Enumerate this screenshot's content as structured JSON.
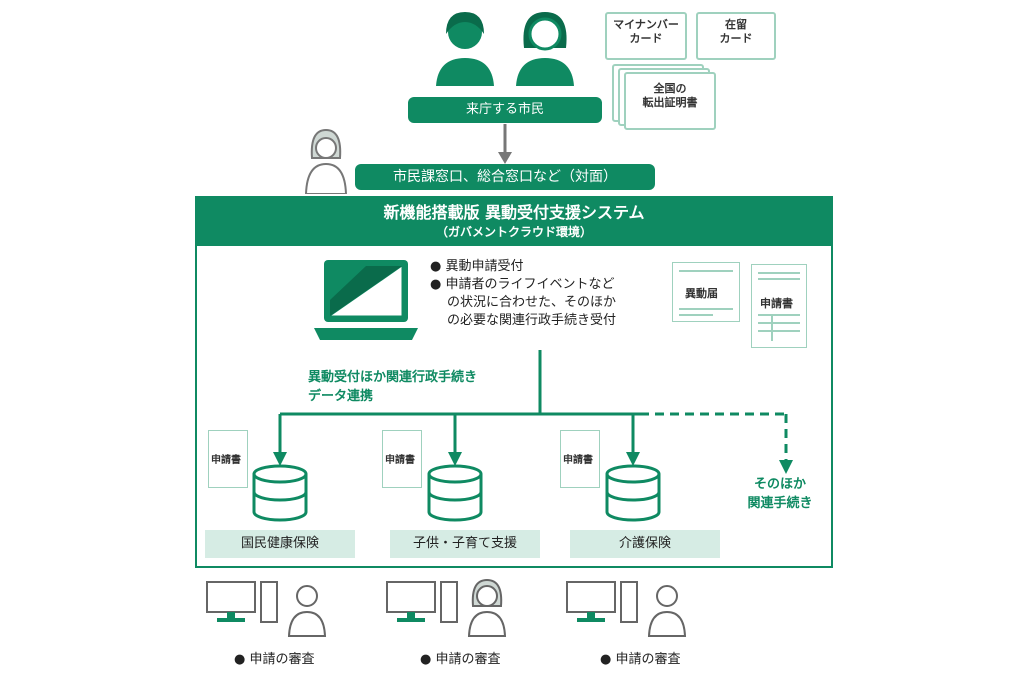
{
  "citizen_label": "来庁する市民",
  "cards": {
    "mynumber": "マイナンバーカード",
    "mynumber_l1": "マイナンバー",
    "mynumber_l2": "カード",
    "residence_l1": "在留",
    "residence_l2": "カード",
    "transfer_l1": "全国の",
    "transfer_l2": "転出証明書"
  },
  "counter_label": "市民課窓口、総合窓口など（対面）",
  "system": {
    "title": "新機能搭載版 異動受付支援システム",
    "subtitle": "（ガバメントクラウド環境）",
    "bullets": [
      "異動申請受付",
      "申請者のライフイベントなどの状況に合わせた、そのほかの必要な関連行政手続き受付"
    ],
    "bullet2_l1": "申請者のライフイベントなど",
    "bullet2_l2": "の状況に合わせた、そのほか",
    "bullet2_l3": "の必要な関連行政手続き受付",
    "doc_move": "異動届",
    "doc_app": "申請書",
    "flow_l1": "異動受付ほか関連行政手続き",
    "flow_l2": "データ連携",
    "other_l1": "そのほか",
    "other_l2": "関連手続き"
  },
  "departments": [
    {
      "label": "国民健康保険",
      "doc": "申請書"
    },
    {
      "label": "子供・子育て支援",
      "doc": "申請書"
    },
    {
      "label": "介護保険",
      "doc": "申請書"
    }
  ],
  "review_label": "申請の審査",
  "colors": {
    "primary": "#0f8a62",
    "light": "#d6ece4",
    "outline": "#9fd1be"
  }
}
